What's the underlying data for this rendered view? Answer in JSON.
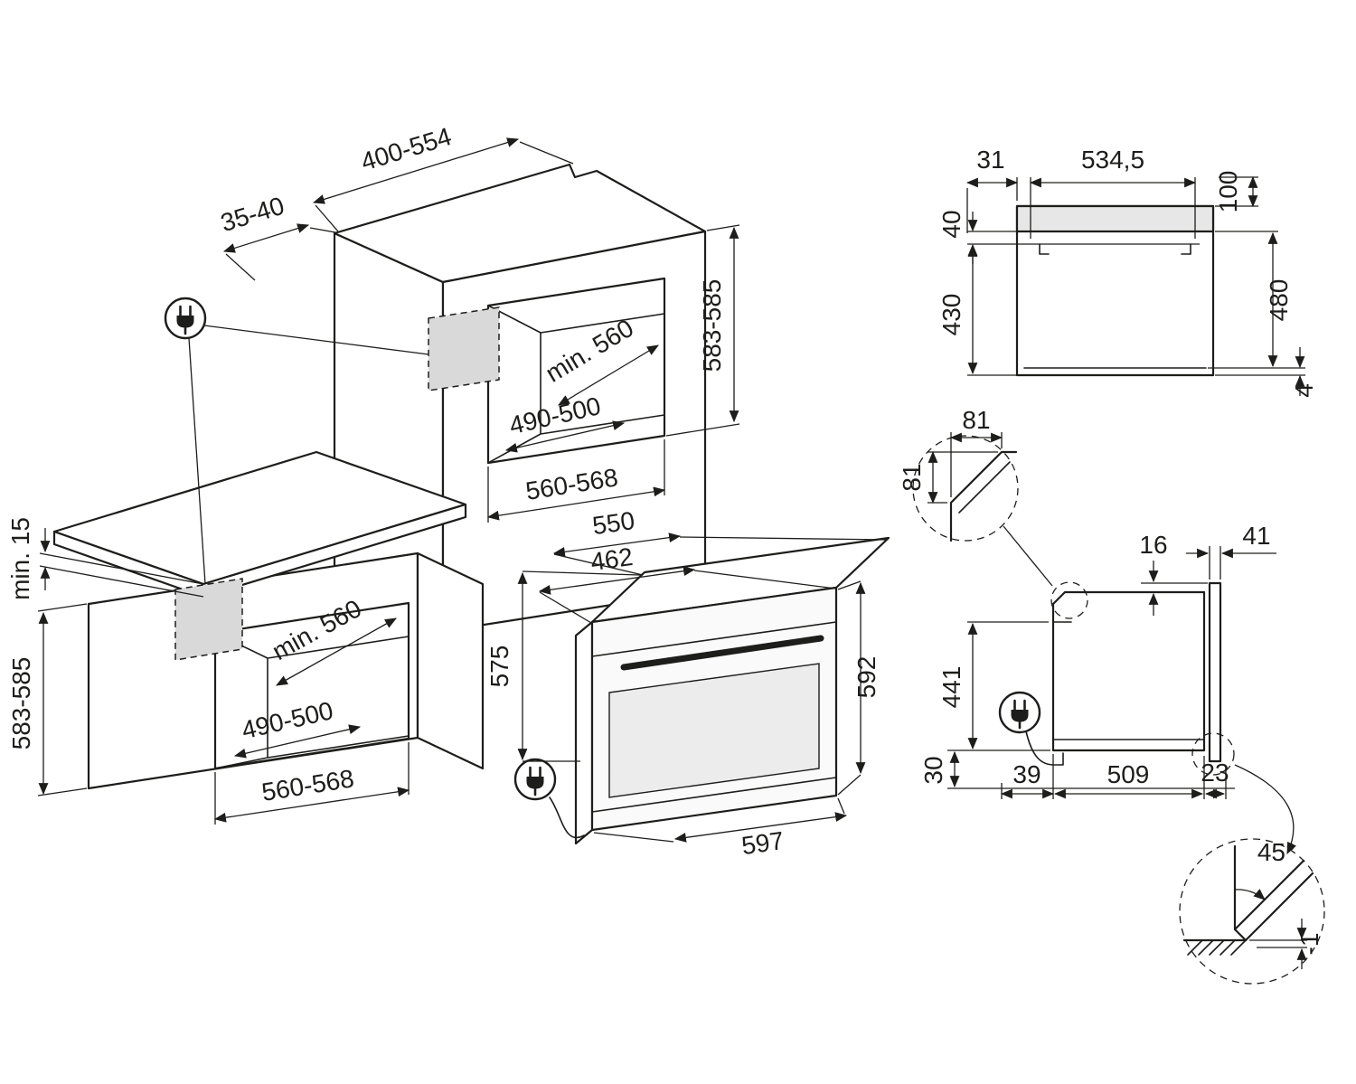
{
  "page": {
    "background": "#ffffff",
    "line_color": "#1d1d1b",
    "socket_patch_fill": "#d9d9d9",
    "panel_fill": "#e7e7e7"
  },
  "cabinet_isometric": {
    "top_depth": "400-554",
    "side_clearance": "35-40",
    "upper_niche": {
      "depth": "min. 560",
      "inner_width": "490-500",
      "height": "583-585",
      "width": "560-568"
    },
    "worktop_clearance": "min. 15",
    "lower_niche": {
      "height": "583-585",
      "depth": "min. 560",
      "inner_width": "490-500",
      "width": "560-568"
    }
  },
  "oven_isometric": {
    "depth_total": "550",
    "depth_body": "462",
    "height_back": "575",
    "height_front": "592",
    "width": "597"
  },
  "rear_view": {
    "left_offset": "31",
    "bracket_width": "534,5",
    "top_clearance": "100",
    "bracket_drop": "40",
    "lower_height": "430",
    "right_height": "480",
    "foot_height": "4"
  },
  "corner_detail": {
    "chamfer_width": "81",
    "chamfer_height": "81"
  },
  "side_view": {
    "top_gap": "16",
    "front_gap": "41",
    "inner_height": "441",
    "bottom_gap": "30",
    "cable_offset": "39",
    "depth": "509",
    "door_thickness": "23"
  },
  "door_detail": {
    "opening_angle": "45°",
    "floor_clearance": "-1"
  },
  "icons": {
    "plug": "power-plug-icon"
  }
}
